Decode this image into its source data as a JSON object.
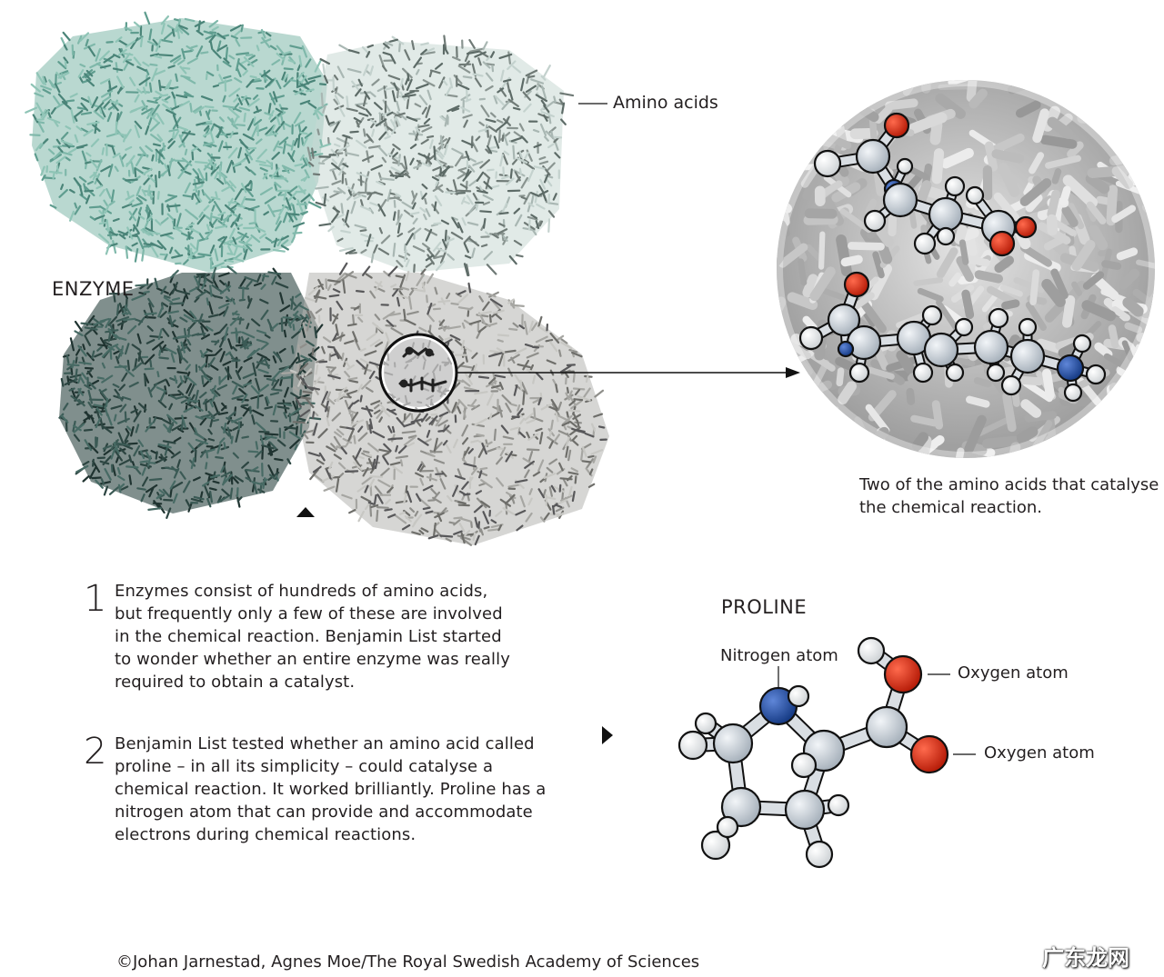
{
  "labels": {
    "enzyme": "ENZYME",
    "amino_acids": "Amino acids",
    "closeup_caption": "Two of the amino acids that catalyse the chemical reaction.",
    "proline_title": "PROLINE",
    "nitrogen_atom": "Nitrogen atom",
    "oxygen_atom_1": "Oxygen atom",
    "oxygen_atom_2": "Oxygen atom"
  },
  "steps": [
    {
      "number": "1",
      "text": "Enzymes consist of hundreds of amino acids, but frequently only a few of these are involved in the chemical reaction. Benjamin List started to wonder whether an entire enzyme was really required to obtain a catalyst."
    },
    {
      "number": "2",
      "text": "Benjamin List tested whether an amino acid called proline – in all its simplicity – could catalyse a chemical reaction. It worked brilliantly. Proline has a nitrogen atom that can provide and accommodate electrons during chemical reactions."
    }
  ],
  "credit": "©Johan Jarnestad, Agnes Moe/The Royal Swedish Academy of Sciences",
  "watermark": "广东龙网",
  "colors": {
    "enzyme_teal": "#6aa89a",
    "enzyme_dark": "#2f4a44",
    "enzyme_grey": "#9a9a96",
    "carbon": "#c8d0d8",
    "hydrogen": "#ffffff",
    "nitrogen": "#1f4a9c",
    "oxygen": "#d42a14"
  }
}
